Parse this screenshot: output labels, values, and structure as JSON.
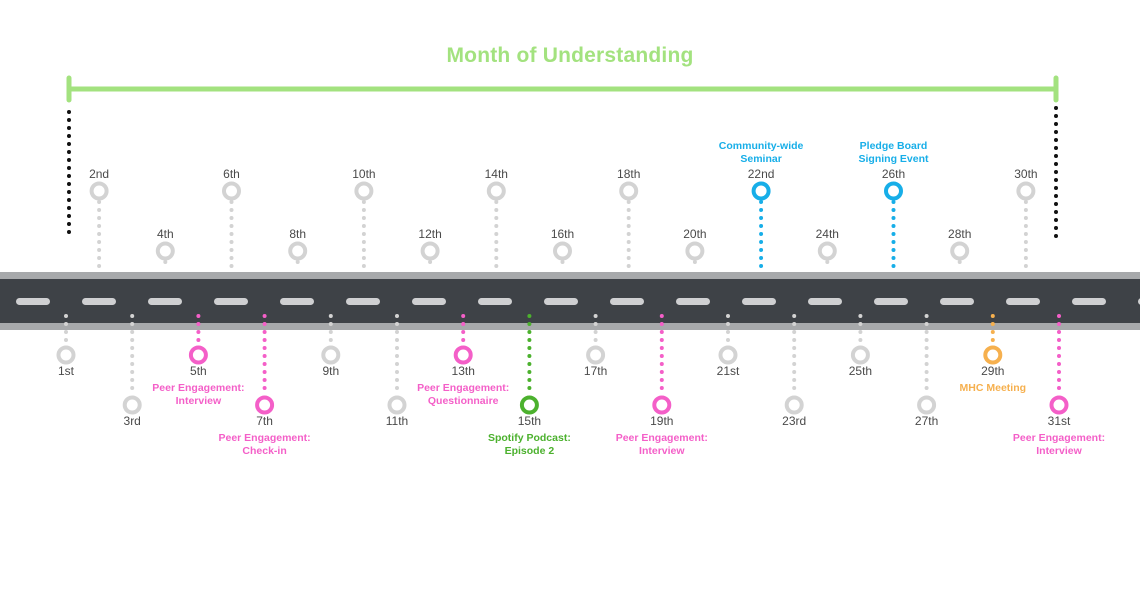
{
  "title": "Month of Understanding",
  "colors": {
    "title": "#a3e27f",
    "bracket": "#a3e27f",
    "road": "#3e4247",
    "road_edge": "#a7a9ab",
    "lane": "#cfd0d2",
    "inactive": "#d3d3d3",
    "date_text": "#4a4a4a",
    "pink": "#f45fc8",
    "blue": "#17aee8",
    "green": "#4cb12e",
    "orange": "#f6b04e",
    "black": "#111111"
  },
  "days": [
    {
      "label": "1st"
    },
    {
      "label": "2nd"
    },
    {
      "label": "3rd"
    },
    {
      "label": "4th"
    },
    {
      "label": "5th",
      "event": "Peer Engagement: Interview",
      "color": "pink"
    },
    {
      "label": "6th"
    },
    {
      "label": "7th",
      "event": "Peer Engagement: Check-in",
      "color": "pink"
    },
    {
      "label": "8th"
    },
    {
      "label": "9th"
    },
    {
      "label": "10th"
    },
    {
      "label": "11th"
    },
    {
      "label": "12th"
    },
    {
      "label": "13th",
      "event": "Peer Engagement: Questionnaire",
      "color": "pink"
    },
    {
      "label": "14th"
    },
    {
      "label": "15th",
      "event": "Spotify Podcast: Episode 2",
      "color": "green"
    },
    {
      "label": "16th"
    },
    {
      "label": "17th"
    },
    {
      "label": "18th"
    },
    {
      "label": "19th",
      "event": "Peer Engagement: Interview",
      "color": "pink"
    },
    {
      "label": "20th"
    },
    {
      "label": "21st"
    },
    {
      "label": "22nd",
      "event": "Community-wide Seminar",
      "color": "blue"
    },
    {
      "label": "23rd"
    },
    {
      "label": "24th"
    },
    {
      "label": "25th"
    },
    {
      "label": "26th",
      "event": "Pledge Board Signing Event",
      "color": "blue"
    },
    {
      "label": "27th"
    },
    {
      "label": "28th"
    },
    {
      "label": "29th",
      "event": "MHC Meeting",
      "color": "orange"
    },
    {
      "label": "30th"
    },
    {
      "label": "31st",
      "event": "Peer Engagement: Interview",
      "color": "pink"
    }
  ]
}
